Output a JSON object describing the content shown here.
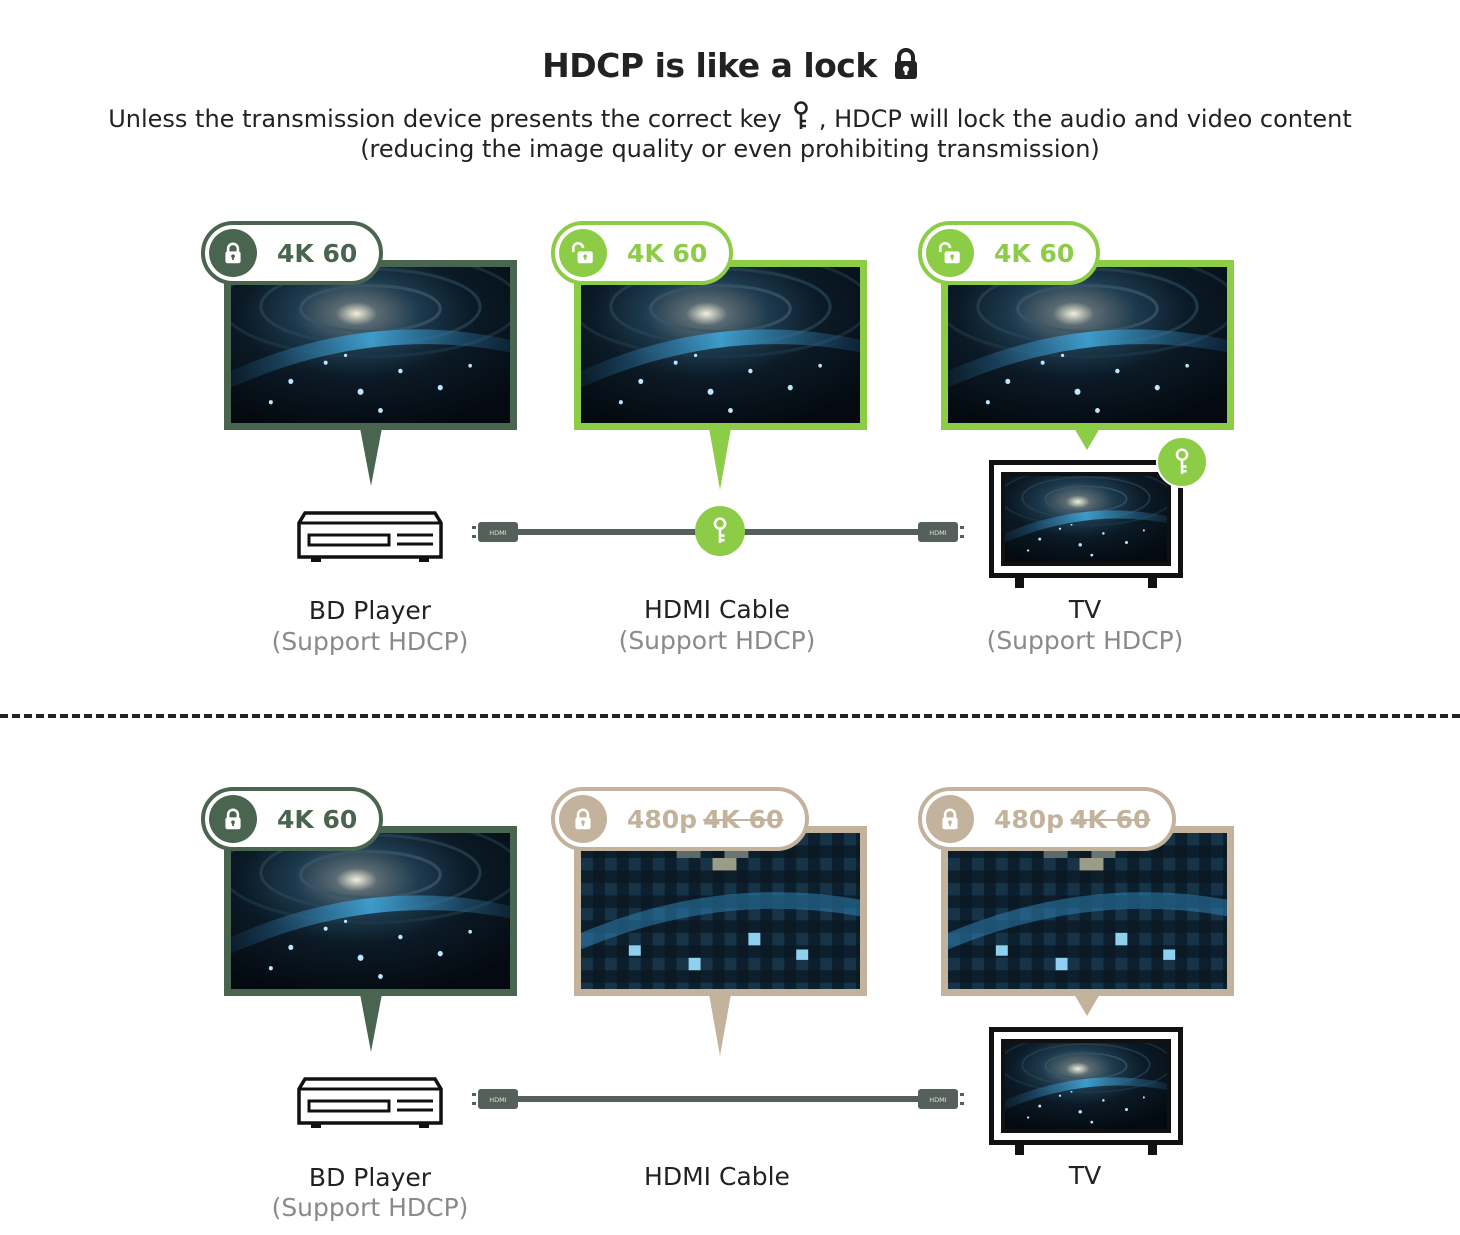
{
  "title": "HDCP is like a lock",
  "subtitle_line1_a": "Unless the transmission device presents the correct key",
  "subtitle_line1_b": ", HDCP will lock the audio and video content",
  "subtitle_line2": "(reducing the image quality or even prohibiting transmission)",
  "colors": {
    "dark_green": "#4a654f",
    "light_green": "#8dcc47",
    "beige": "#c3b29c",
    "cable": "#56605a"
  },
  "top_section": {
    "badges": [
      {
        "text": "4K 60",
        "icon": "lock-closed-icon",
        "color": "#4a654f"
      },
      {
        "text": "4K 60",
        "icon": "lock-open-icon",
        "color": "#8dcc47"
      },
      {
        "text": "4K 60",
        "icon": "lock-open-icon",
        "color": "#8dcc47"
      }
    ],
    "devices": [
      {
        "name": "BD Player",
        "note": "(Support HDCP)"
      },
      {
        "name": "HDMI Cable",
        "note": "(Support HDCP)"
      },
      {
        "name": "TV",
        "note": "(Support HDCP)"
      }
    ],
    "connector_label": "HDMI"
  },
  "bottom_section": {
    "badges": [
      {
        "text": "4K 60",
        "icon": "lock-closed-icon",
        "color": "#4a654f"
      },
      {
        "text": "480p",
        "strike": "4K 60",
        "icon": "lock-closed-icon",
        "color": "#c3b29c"
      },
      {
        "text": "480p",
        "strike": "4K 60",
        "icon": "lock-closed-icon",
        "color": "#c3b29c"
      }
    ],
    "devices": [
      {
        "name": "BD Player",
        "note": "(Support HDCP)"
      },
      {
        "name": "HDMI Cable"
      },
      {
        "name": "TV"
      }
    ],
    "connector_label": "HDMI"
  }
}
